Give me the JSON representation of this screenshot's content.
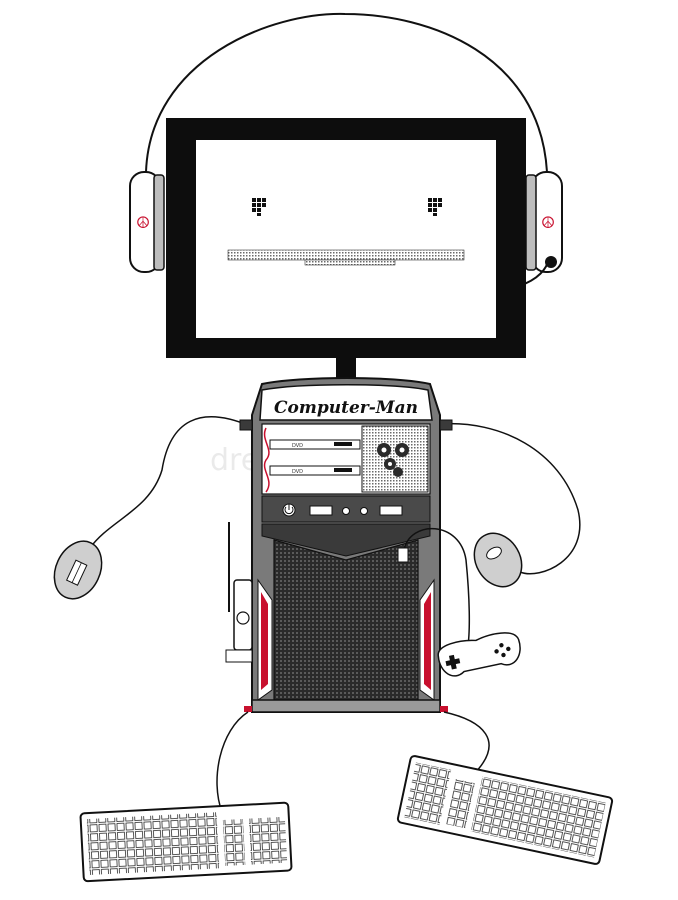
{
  "illustration": {
    "title": "Computer-Man",
    "drive_label_1": "DVD",
    "drive_label_2": "DVD",
    "watermark": "dreamstime",
    "peace_symbol": "☮"
  },
  "colors": {
    "outline": "#111111",
    "accent_red": "#c8102e",
    "case_gray": "#7a7a7a",
    "dark_gray": "#3a3a3a",
    "light_gray": "#d9d9d9"
  }
}
